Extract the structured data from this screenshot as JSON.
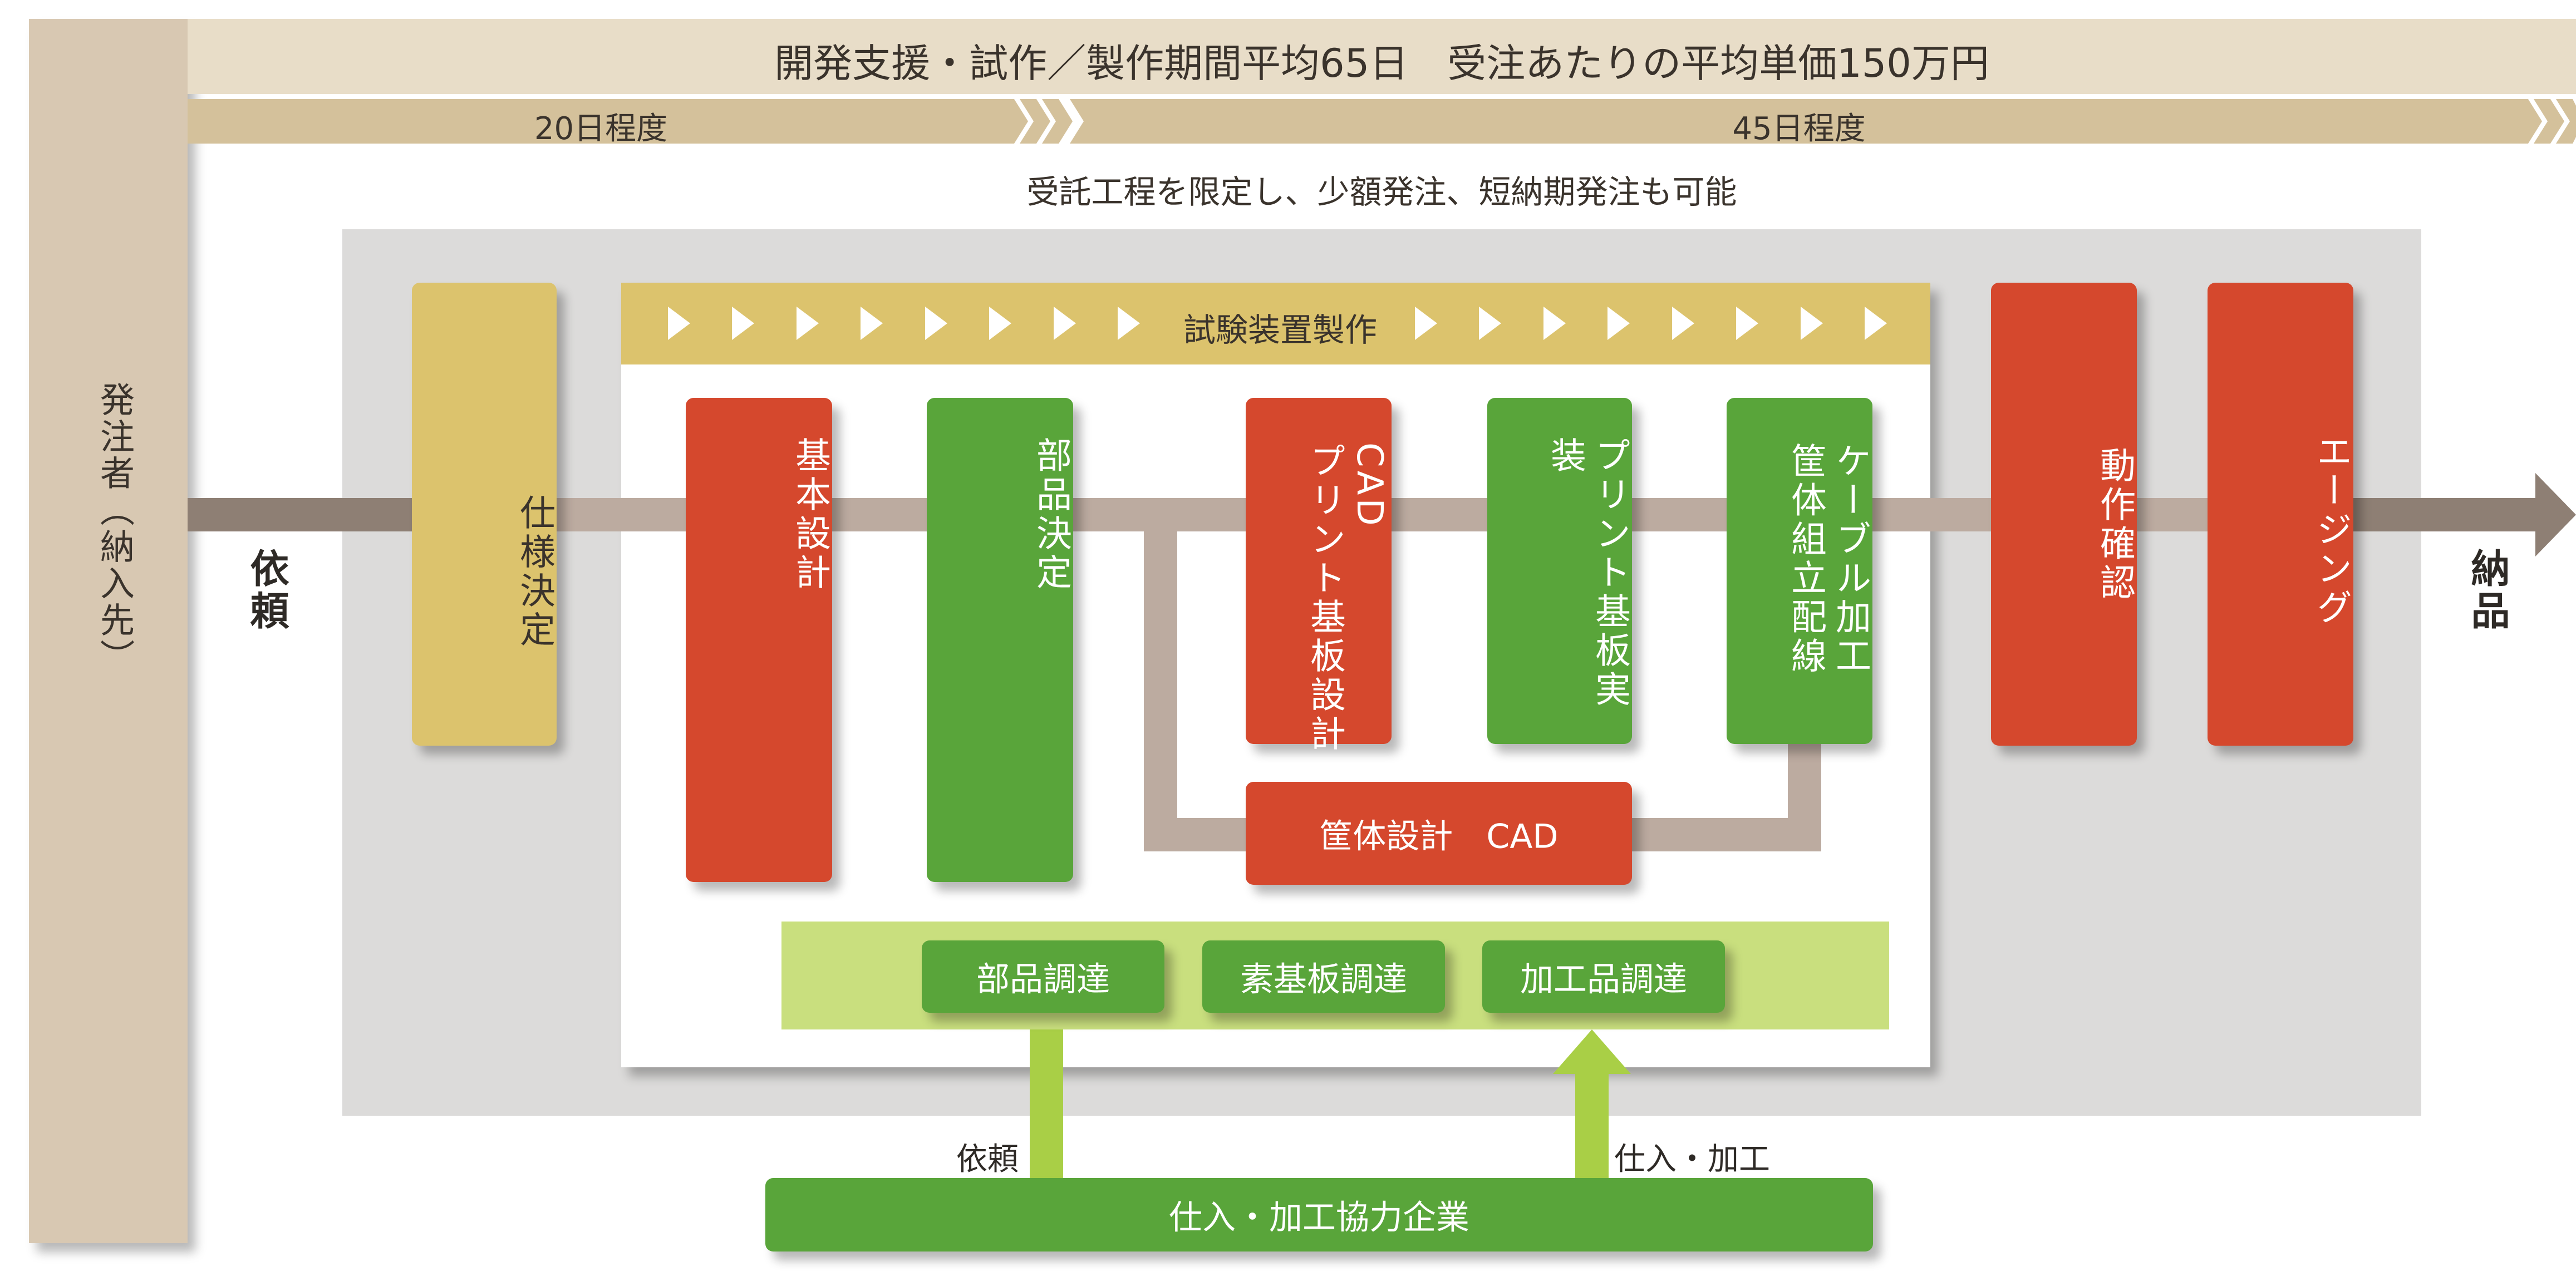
{
  "banner": {
    "title": "開発支援・試作／製作期間平均65日　受注あたりの平均単価150万円"
  },
  "phases": [
    {
      "label": "20日程度"
    },
    {
      "label": "45日程度"
    }
  ],
  "note": "受託工程を限定し、少額発注、短納期発注も可能",
  "orderer": "発注者（納入先）",
  "flow": {
    "request_label": "依頼",
    "delivery_label": "納品"
  },
  "spec_box": "仕様決定",
  "manufacturing": {
    "title": "試験装置製作",
    "steps": [
      {
        "label": "基本設計",
        "color": "red"
      },
      {
        "label": "部品決定",
        "color": "green"
      },
      {
        "label": "CAD\nプリント基板設計",
        "color": "red"
      },
      {
        "label": "プリント基板実装",
        "color": "green"
      },
      {
        "label": "ケーブル加工\n筐体組立配線",
        "color": "green"
      }
    ],
    "housing_box": "筐体設計　CAD",
    "procurement": [
      {
        "label": "部品調達"
      },
      {
        "label": "素基板調達"
      },
      {
        "label": "加工品調達"
      }
    ]
  },
  "post_steps": [
    {
      "label": "動作確認",
      "color": "red"
    },
    {
      "label": "エージング",
      "color": "red"
    }
  ],
  "partner": {
    "label": "仕入・加工協力企業",
    "request_label": "依頼",
    "supply_label": "仕入・加工"
  },
  "colors": {
    "red": "#d5482d",
    "green": "#59a53a",
    "yellow": "#dcc36d",
    "light_green": "#c9df7e",
    "beige": "#d8c8b2",
    "arrow": "#bcaba0",
    "arrow_dark": "#8e7f74"
  }
}
